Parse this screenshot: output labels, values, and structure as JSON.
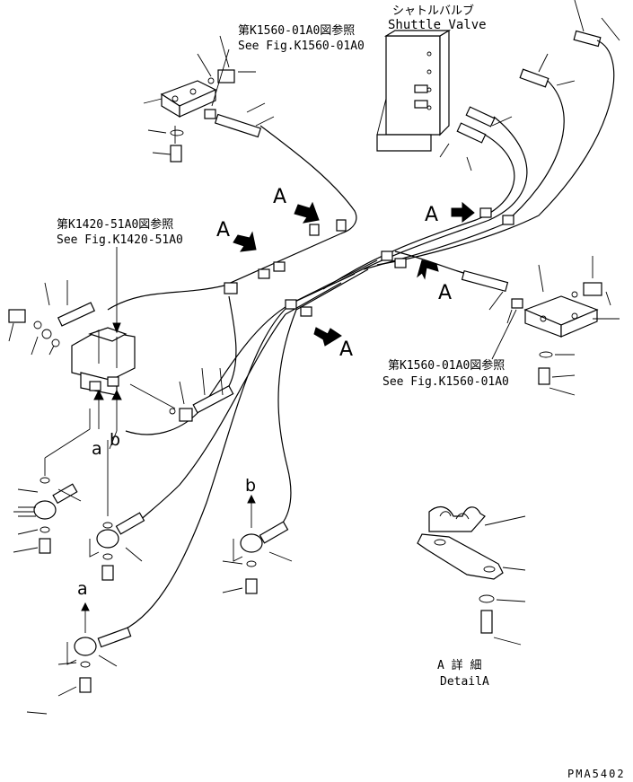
{
  "references": {
    "top_left_jp": "第K1560-01A0図参照",
    "top_left_en": "See Fig.K1560-01A0",
    "left_jp": "第K1420-51A0図参照",
    "left_en": "See Fig.K1420-51A0",
    "right_jp": "第K1560-01A0図参照",
    "right_en": "See Fig.K1560-01A0"
  },
  "shuttle_valve": {
    "label_jp": "シャトルバルブ",
    "label_en": "Shuttle Valve"
  },
  "view_markers": {
    "A1": "A",
    "A2": "A",
    "A3": "A",
    "A4": "A",
    "A5": "A"
  },
  "connection_letters": {
    "a_upper": "a",
    "b_upper": "b",
    "b_lower": "b",
    "a_lower": "a"
  },
  "detail": {
    "label_jp": "A 詳 細",
    "label_en": "DetailA"
  },
  "drawing_code": "PMA5402"
}
